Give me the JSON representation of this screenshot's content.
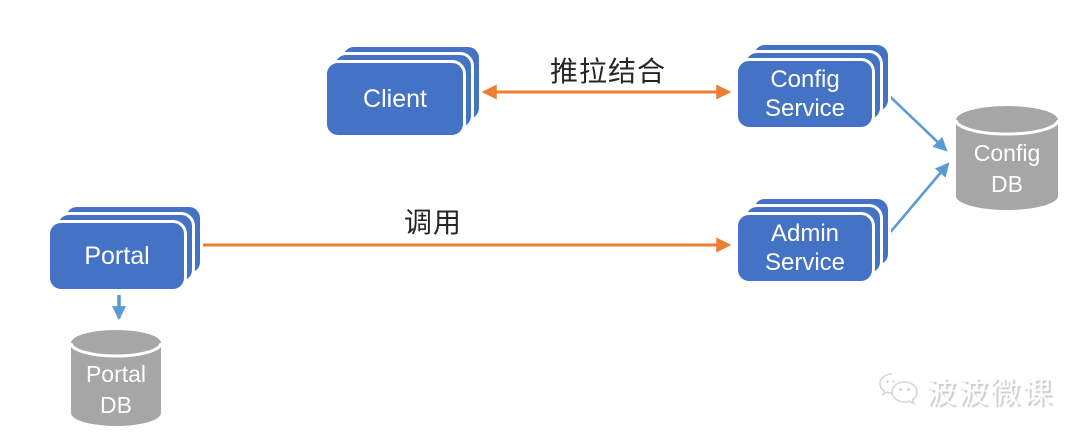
{
  "colors": {
    "node_blue": "#4472C4",
    "arrow_orange": "#ED7D31",
    "arrow_blue": "#5B9BD5",
    "db_gray": "#A6A6A6",
    "edge_label": "#262626"
  },
  "diagram": {
    "nodes": {
      "client": {
        "label": "Client"
      },
      "config_service": {
        "lines": [
          "Config",
          "Service"
        ]
      },
      "admin_service": {
        "lines": [
          "Admin",
          "Service"
        ]
      },
      "portal": {
        "label": "Portal"
      },
      "config_db": {
        "lines": [
          "Config",
          "DB"
        ]
      },
      "portal_db": {
        "lines": [
          "Portal",
          "DB"
        ]
      }
    },
    "edges": {
      "client_config_service": {
        "label": "推拉结合",
        "style": "double-arrow-orange"
      },
      "portal_admin_service": {
        "label": "调用",
        "style": "arrow-orange"
      },
      "config_service_config_db": {
        "style": "arrow-blue"
      },
      "admin_service_config_db": {
        "style": "arrow-blue"
      },
      "portal_portal_db": {
        "style": "arrow-blue"
      }
    }
  },
  "watermark": {
    "text": "波波微课",
    "logo": "wechat-logo-icon"
  }
}
